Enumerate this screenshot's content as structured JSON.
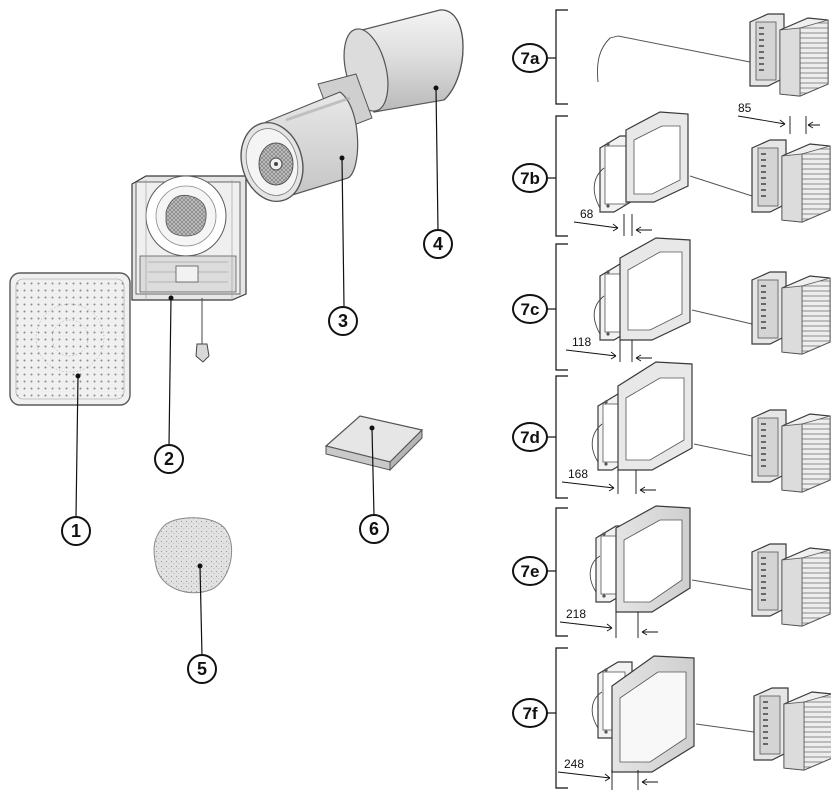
{
  "callouts": [
    {
      "id": "part-1",
      "label": "1"
    },
    {
      "id": "part-2",
      "label": "2"
    },
    {
      "id": "part-3",
      "label": "3"
    },
    {
      "id": "part-4",
      "label": "4"
    },
    {
      "id": "part-5",
      "label": "5"
    },
    {
      "id": "part-6",
      "label": "6"
    }
  ],
  "variants": [
    {
      "id": "7a",
      "label": "7a",
      "dimension": "85"
    },
    {
      "id": "7b",
      "label": "7b",
      "dimension": "68"
    },
    {
      "id": "7c",
      "label": "7c",
      "dimension": "118"
    },
    {
      "id": "7d",
      "label": "7d",
      "dimension": "168"
    },
    {
      "id": "7e",
      "label": "7e",
      "dimension": "218"
    },
    {
      "id": "7f",
      "label": "7f",
      "dimension": "248"
    }
  ]
}
